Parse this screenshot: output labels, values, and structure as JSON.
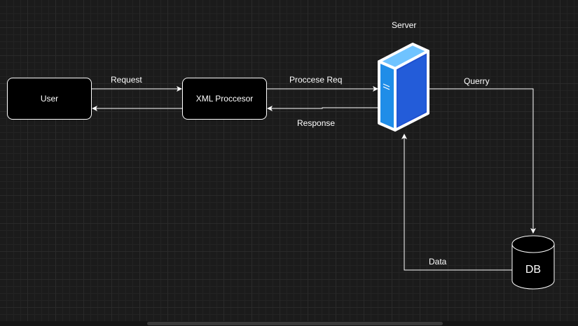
{
  "nodes": {
    "user": "User",
    "xml_processor": "XML Proccesor",
    "server": "Server",
    "db": "DB"
  },
  "edges": {
    "request": "Request",
    "process_req": "Proccese Req",
    "response": "Response",
    "querry": "Querry",
    "data": "Data"
  },
  "icons": {
    "server": "server-tower-icon",
    "db": "database-cylinder-icon"
  },
  "colors": {
    "background": "#1b1b1b",
    "node_fill": "#000000",
    "stroke": "#ffffff",
    "server_blue": "#1e5bd6"
  }
}
